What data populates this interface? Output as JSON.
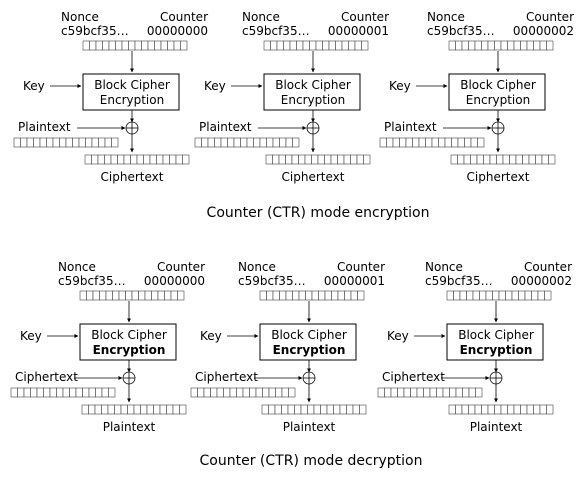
{
  "encryption": {
    "caption": "Counter (CTR) mode encryption",
    "stages": [
      {
        "nonce_label": "Nonce",
        "nonce_value": "c59bcf35…",
        "counter_label": "Counter",
        "counter_value": "00000000",
        "key_label": "Key",
        "box_line1": "Block Cipher",
        "box_line2": "Encryption",
        "input_label": "Plaintext",
        "output_label": "Ciphertext"
      },
      {
        "nonce_label": "Nonce",
        "nonce_value": "c59bcf35…",
        "counter_label": "Counter",
        "counter_value": "00000001",
        "key_label": "Key",
        "box_line1": "Block Cipher",
        "box_line2": "Encryption",
        "input_label": "Plaintext",
        "output_label": "Ciphertext"
      },
      {
        "nonce_label": "Nonce",
        "nonce_value": "c59bcf35…",
        "counter_label": "Counter",
        "counter_value": "00000002",
        "key_label": "Key",
        "box_line1": "Block Cipher",
        "box_line2": "Encryption",
        "input_label": "Plaintext",
        "output_label": "Ciphertext"
      }
    ]
  },
  "decryption": {
    "caption": "Counter (CTR) mode decryption",
    "stages": [
      {
        "nonce_label": "Nonce",
        "nonce_value": "c59bcf35…",
        "counter_label": "Counter",
        "counter_value": "00000000",
        "key_label": "Key",
        "box_line1": "Block Cipher",
        "box_line2": "Encryption",
        "input_label": "Ciphertext",
        "output_label": "Plaintext"
      },
      {
        "nonce_label": "Nonce",
        "nonce_value": "c59bcf35…",
        "counter_label": "Counter",
        "counter_value": "00000001",
        "key_label": "Key",
        "box_line1": "Block Cipher",
        "box_line2": "Encryption",
        "input_label": "Ciphertext",
        "output_label": "Plaintext"
      },
      {
        "nonce_label": "Nonce",
        "nonce_value": "c59bcf35…",
        "counter_label": "Counter",
        "counter_value": "00000002",
        "key_label": "Key",
        "box_line1": "Block Cipher",
        "box_line2": "Encryption",
        "input_label": "Ciphertext",
        "output_label": "Plaintext"
      }
    ]
  }
}
